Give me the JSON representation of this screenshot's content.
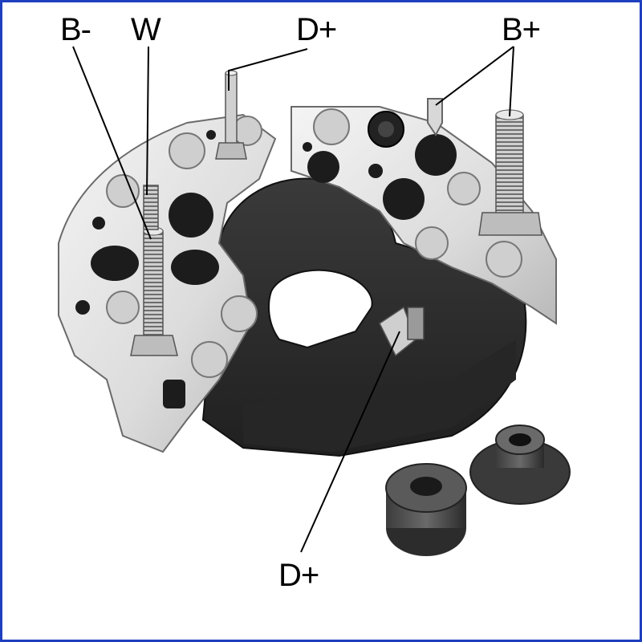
{
  "labels": {
    "b_minus": "B-",
    "w": "W",
    "d_plus_top": "D+",
    "b_plus": "B+",
    "d_plus_bottom": "D+"
  },
  "colors": {
    "frame_border": "#1f3fbf",
    "metal_plate": "#e4e4e4",
    "metal_shadow": "#8a8a8a",
    "plastic_body": "#2e2e2e",
    "hole_dark": "#1a1a1a",
    "leader_line": "#000000"
  },
  "icons": {
    "part": "rectifier-bridge-assembly",
    "bushings": "insulating-bushing"
  }
}
